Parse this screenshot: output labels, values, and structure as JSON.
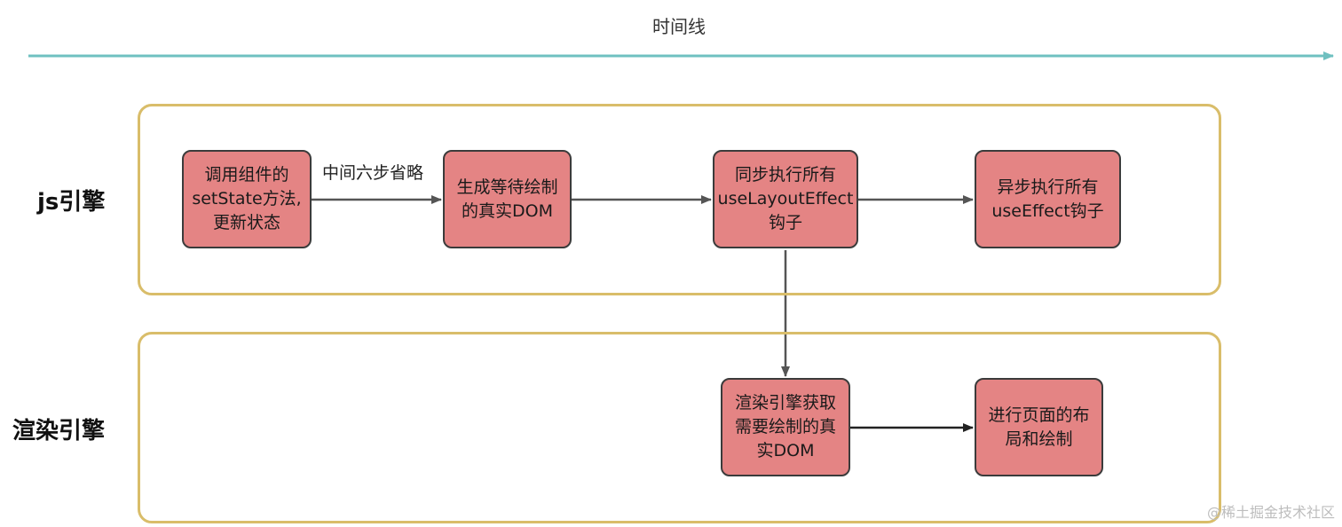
{
  "timeline": {
    "label": "时间线",
    "color": "#6fc0c0"
  },
  "lanes": [
    {
      "label": "js引擎"
    },
    {
      "label": "渲染引擎"
    }
  ],
  "steps": [
    {
      "id": "call-setstate",
      "text": "调用组件的\nsetState方法,\n更新状态"
    },
    {
      "id": "generate-dom",
      "text": "生成等待绘制\n的真实DOM"
    },
    {
      "id": "sync-layout-effect",
      "text": "同步执行所有\nuseLayoutEffect\n钩子"
    },
    {
      "id": "async-effect",
      "text": "异步执行所有\nuseEffect钩子"
    },
    {
      "id": "render-get-dom",
      "text": "渲染引擎获取\n需要绘制的真\n实DOM"
    },
    {
      "id": "layout-paint",
      "text": "进行页面的布\n局和绘制"
    }
  ],
  "edges": [
    {
      "from": "call-setstate",
      "to": "generate-dom",
      "label": "中间六步省略"
    },
    {
      "from": "generate-dom",
      "to": "sync-layout-effect",
      "label": ""
    },
    {
      "from": "sync-layout-effect",
      "to": "async-effect",
      "label": ""
    },
    {
      "from": "sync-layout-effect",
      "to": "render-get-dom",
      "label": ""
    },
    {
      "from": "render-get-dom",
      "to": "layout-paint",
      "label": ""
    }
  ],
  "colors": {
    "lane_border": "#d9bd6a",
    "step_fill": "#e48484",
    "step_border": "#3b3b3b",
    "arrow": "#555555"
  },
  "watermark": "@稀土掘金技术社区"
}
